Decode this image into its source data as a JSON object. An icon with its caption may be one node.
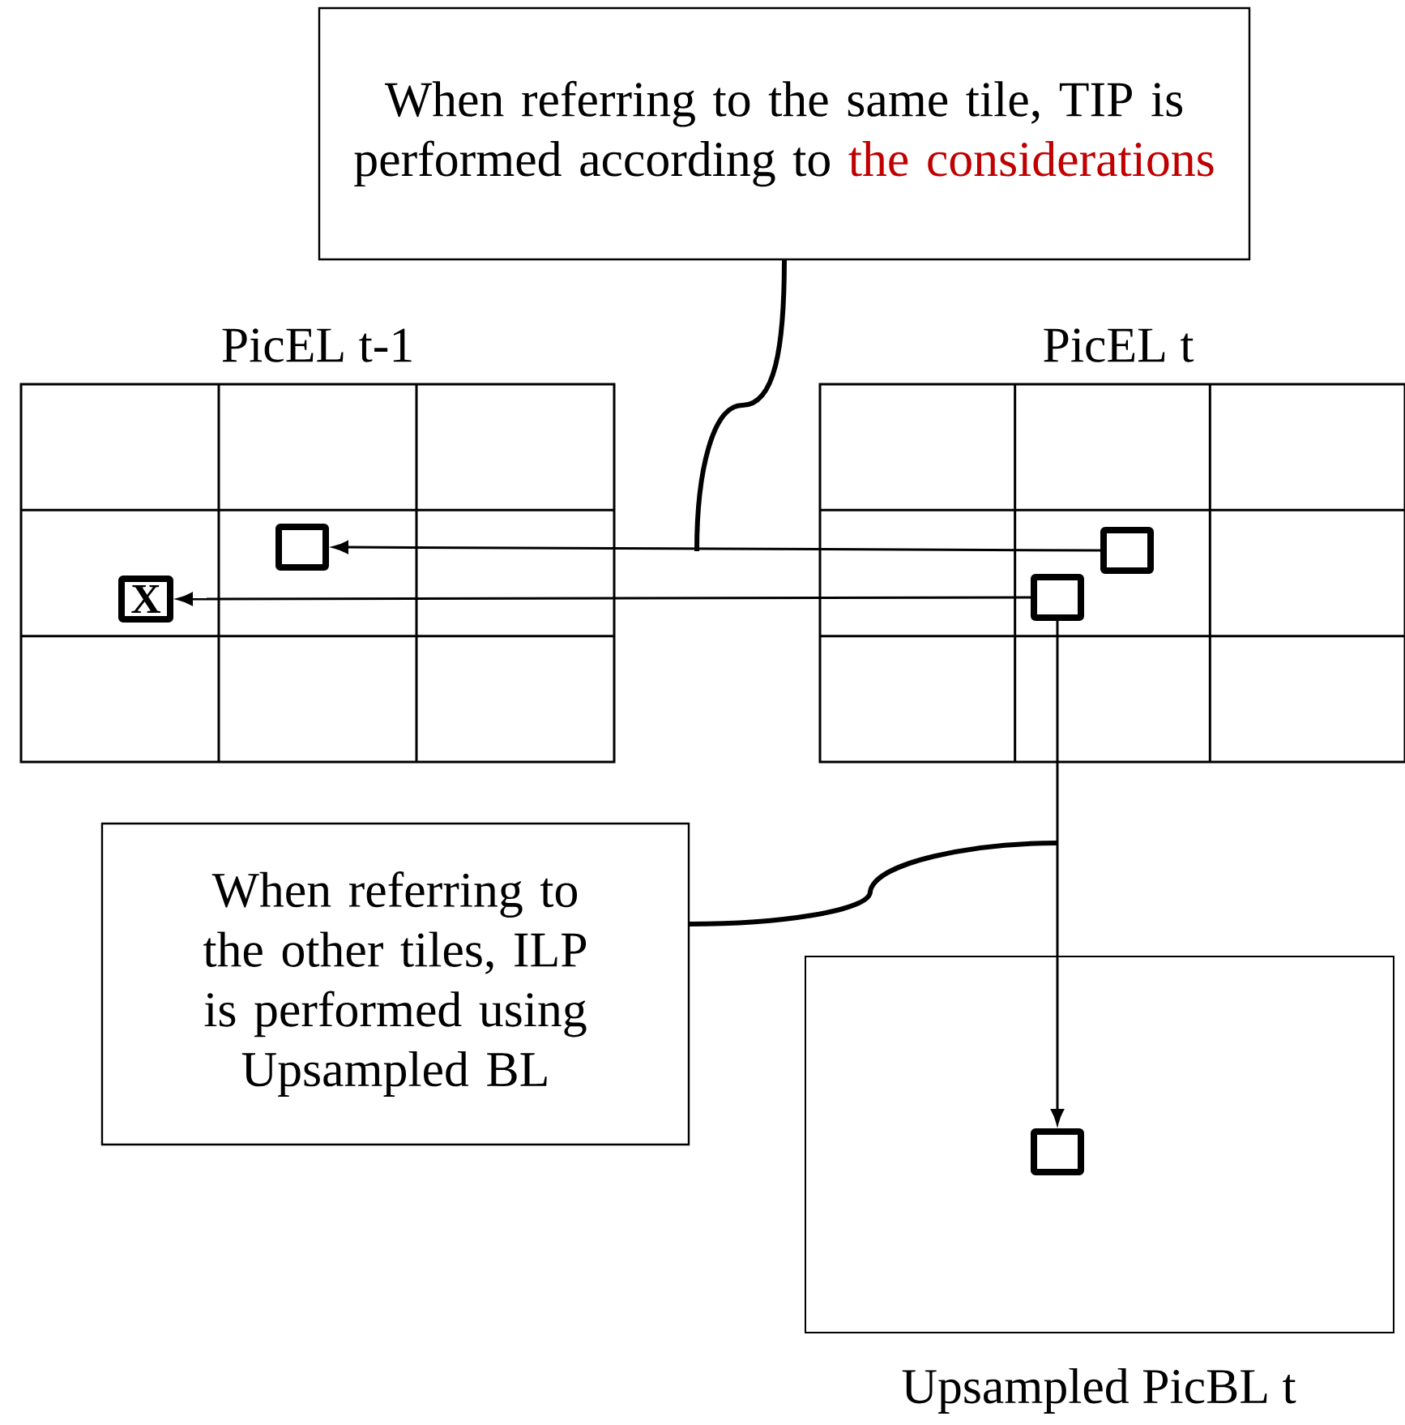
{
  "diagram": {
    "nodes": [
      {
        "text": [
          "When referring to the same tile, TIP is performed according to",
          "the considerations"
        ]
      },
      {
        "text": [
          "PicEL t-1"
        ]
      },
      {
        "text": [
          "PicEL t"
        ]
      },
      {
        "text": [
          "When referring to the other tiles, ILP is performed using Upsampled BL"
        ]
      },
      {
        "text": [
          "Upsampled PicBL t"
        ]
      },
      {
        "text": [],
        "shape": "box",
        "in": 1
      },
      {
        "text": [
          "X"
        ],
        "in": 1
      },
      {
        "text": [],
        "shape": "box",
        "in": 2
      },
      {
        "text": [],
        "shape": "box",
        "in": 2
      },
      {
        "text": [],
        "shape": "box",
        "in": 4
      }
    ],
    "edges": [
      {
        "from": 7,
        "to": 5,
        "arrow": "to"
      },
      {
        "from": 8,
        "to": 6,
        "arrow": "to"
      },
      {
        "from": 8,
        "to": 9,
        "arrow": "to"
      },
      {
        "from": 0,
        "to": null,
        "arrow": "none",
        "style": "thick"
      },
      {
        "from": 3,
        "to": null,
        "arrow": "none",
        "style": "thick"
      }
    ]
  }
}
